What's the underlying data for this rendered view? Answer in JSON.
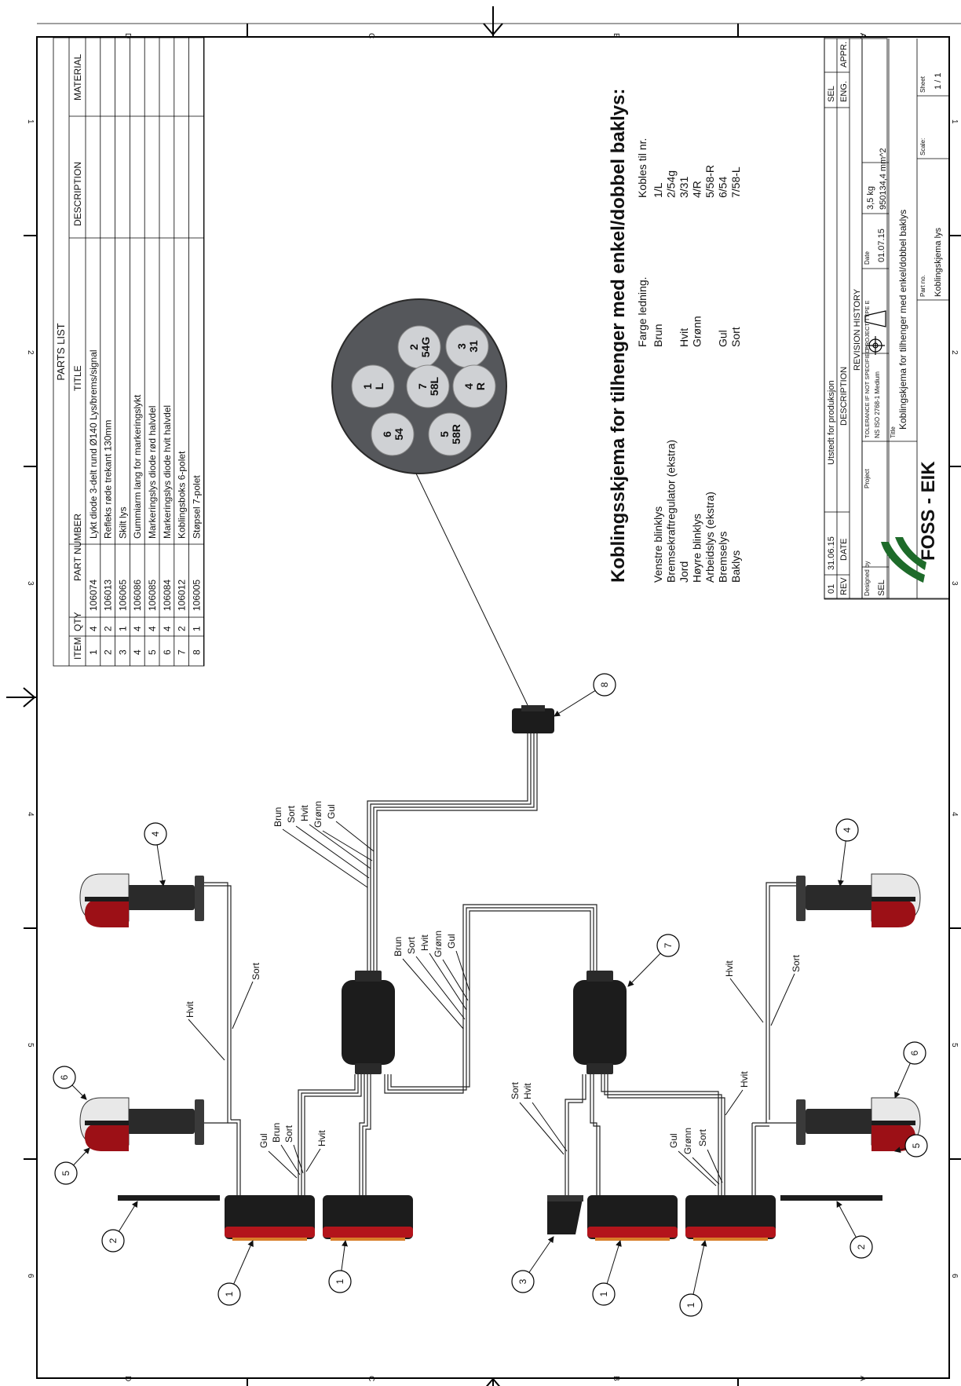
{
  "zone_letters": [
    "D",
    "C",
    "B",
    "A"
  ],
  "zone_numbers": [
    "1",
    "2",
    "3",
    "4",
    "5",
    "6"
  ],
  "parts_list": {
    "title": "PARTS LIST",
    "headers": [
      "ITEM",
      "QTY",
      "PART NUMBER",
      "TITLE",
      "DESCRIPTION",
      "MATERIAL"
    ],
    "rows": [
      [
        "1",
        "4",
        "106074",
        "Lykt diode 3-delt rund Ø140 Lys/brems/signal",
        "",
        ""
      ],
      [
        "2",
        "2",
        "106013",
        "Refleks røde trekant 130mm",
        "",
        ""
      ],
      [
        "3",
        "1",
        "106065",
        "Skilt lys",
        "",
        ""
      ],
      [
        "4",
        "4",
        "106086",
        "Gummiarm lang for markeringslykt",
        "",
        ""
      ],
      [
        "5",
        "4",
        "106085",
        "Markeringslys diode rød halvdel",
        "",
        ""
      ],
      [
        "6",
        "4",
        "106084",
        "Markeringslys diode hvit halvdel",
        "",
        ""
      ],
      [
        "7",
        "2",
        "106012",
        "Koblingsboks 6-polet",
        "",
        ""
      ],
      [
        "8",
        "1",
        "106005",
        "Støpsel 7-polet",
        "",
        ""
      ]
    ]
  },
  "plug": {
    "pins": [
      "1\nL",
      "2\n54G",
      "3\n31",
      "4\nR",
      "5\n58R",
      "6\n54",
      "7\n58L"
    ]
  },
  "wiring": {
    "title": "Koblingsskjema for  tilhenger med enkel/dobbel baklys:",
    "col1_header": "",
    "col2_header": "Farge ledning.",
    "col3_header": "Kobles til nr.",
    "rows": [
      [
        "Venstre blinklys",
        "Brun",
        "1/L"
      ],
      [
        "Bremsekraftregulator (ekstra)",
        "",
        "2/54g"
      ],
      [
        "Jord",
        "Hvit",
        "3/31"
      ],
      [
        "Høyre blinklys",
        "Grønn",
        "4/R"
      ],
      [
        "Arbeidslys (ekstra)",
        "",
        "5/58-R"
      ],
      [
        "Bremselys",
        "Gul",
        "6/54"
      ],
      [
        "Baklys",
        "Sort",
        "7/58-L"
      ]
    ]
  },
  "wire_labels": {
    "bundle_top": [
      "Brun",
      "Sort",
      "Hvit",
      "Grønn",
      "Gul"
    ],
    "bundle_mid": [
      "Brun",
      "Sort",
      "Hvit",
      "Grønn",
      "Gul"
    ],
    "left_marker": [
      "Hvit",
      "Sort"
    ],
    "left_lamp": [
      "Gul",
      "Brun",
      "Sort",
      "Hvit"
    ],
    "right_marker": [
      "Hvit",
      "Sort"
    ],
    "right_lamp": [
      "Gul",
      "Grønn",
      "Sort",
      "Hvit"
    ],
    "plate": [
      "Sort",
      "Hvit"
    ]
  },
  "title_block": {
    "revision": {
      "rev": "01",
      "date": "31.06.15",
      "description": "Utstedt for produksjon",
      "eng": "SEL",
      "header_rev": "REV",
      "header_date": "DATE",
      "header_desc": "DESCRIPTION",
      "header_eng": "ENG.",
      "header_appr": "APPR.",
      "history": "REVISION HISTORY"
    },
    "designed_by_label": "Designed by",
    "designed_by": "SEL",
    "project_label": "Project",
    "tolerance_label": "TOLERANCE IF NOT SPECIFIED:",
    "tolerance": "NS ISO 2768-1 Medium",
    "projection_label": "PROJECT TYPE E",
    "date_label": "Date",
    "date": "01.07.15",
    "mass": "3,5 kg",
    "area": "950134,4 mm^2",
    "logo": "FOSS - EIK",
    "title_label": "Title",
    "title": "Koblingskjema for tilhenger med enkel/dobbel baklys",
    "part_no_label": "Part no.",
    "part_no": "Koblingskjema lys",
    "scale_label": "Scale:",
    "sheet_label": "Sheet",
    "sheet": "1 / 1",
    "zone": "A"
  },
  "balloons": [
    "1",
    "1",
    "1",
    "1",
    "2",
    "2",
    "3",
    "4",
    "4",
    "5",
    "5",
    "6",
    "6",
    "7",
    "8"
  ],
  "colors": {
    "lamp_body": "#1c1c1c",
    "lens_red": "#b3141b",
    "marker_red": "#9c1016",
    "marker_white": "#e8e8e8",
    "logo_green": "#1e6b2a",
    "plug_face": "#55575b",
    "pin_face": "#cfd1d4"
  }
}
